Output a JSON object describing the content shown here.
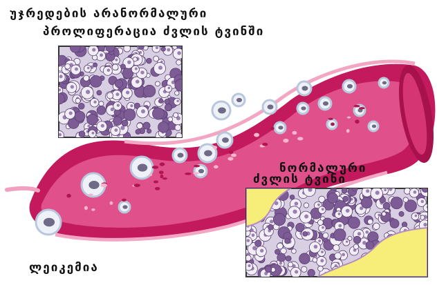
{
  "labels": {
    "abnormal_line1": "უჯრედების არანორმალური",
    "abnormal_line2": "პროლიფერაცია ძვლის ტვინში",
    "normal_line1": "ნორმალური",
    "normal_line2": "ძვლის ტვინი",
    "disease": "ლეიკემია"
  },
  "colors": {
    "vessel_wall": "#c21a5c",
    "vessel_inner": "#e0508a",
    "vessel_lumen": "#f07aa8",
    "marrow_bg": "#d9cfe3",
    "cell_fill": "#7d5c96",
    "cell_light": "#f2eef6",
    "fat": "#f7ee7a",
    "leukemic_ring": "#b9c7dc"
  }
}
